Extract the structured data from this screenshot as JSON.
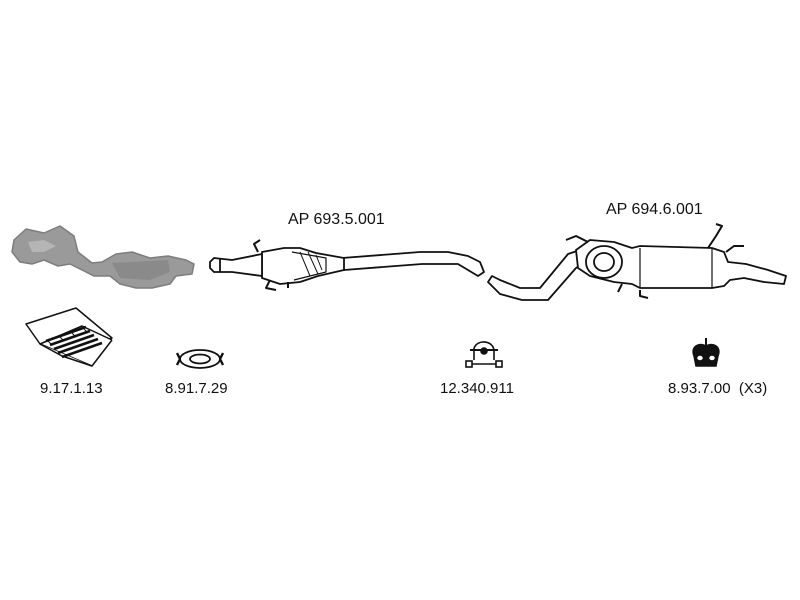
{
  "diagram": {
    "title": "",
    "colors": {
      "line": "#111111",
      "fill": "#ffffff",
      "grey": "#9a9a9a",
      "grey_dark": "#7d7d7d"
    },
    "parts": [
      {
        "id": "front-pipe",
        "label": "",
        "icon": "front-pipe-with-catalyst-grey"
      },
      {
        "id": "center-section",
        "label": "AP 693.5.001",
        "icon": "catalytic-converter-pipe"
      },
      {
        "id": "rear-silencer",
        "label": "AP 694.6.001",
        "icon": "rear-muffler-pipe"
      },
      {
        "id": "mounting-kit",
        "label": "9.17.1.13",
        "icon": "hardware-kit-box"
      },
      {
        "id": "flange-gasket",
        "label": "8.91.7.29",
        "icon": "ring-gasket"
      },
      {
        "id": "pipe-clamp",
        "label": "12.340.911",
        "icon": "u-bolt-clamp"
      },
      {
        "id": "rubber-hanger",
        "label": "8.93.7.00",
        "qty": "(X3)",
        "icon": "rubber-hanger"
      }
    ]
  }
}
